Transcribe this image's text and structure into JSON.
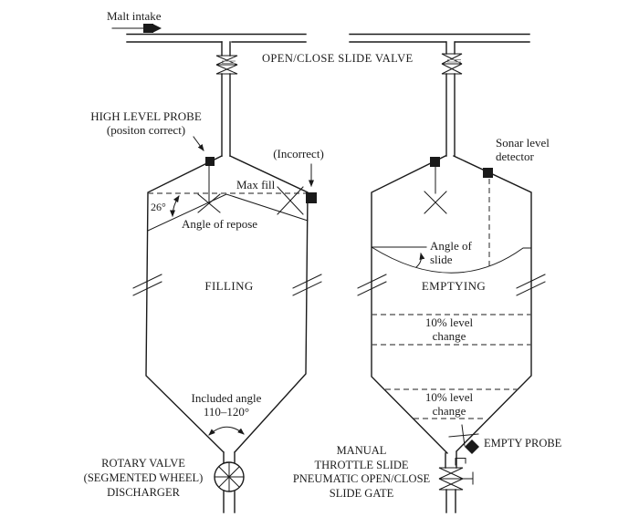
{
  "colors": {
    "line": "#1a1a1a",
    "dashed": "#4a4a4a",
    "text": "#1c1c1c",
    "background": "#ffffff"
  },
  "top": {
    "malt_intake": "Malt intake",
    "slide_valve": "OPEN/CLOSE SLIDE VALVE"
  },
  "filling_silo": {
    "high_level_probe": "HIGH LEVEL PROBE",
    "position_correct": "(positon correct)",
    "incorrect": "(Incorrect)",
    "max_fill": "Max fill",
    "repose_angle_value": "26°",
    "angle_of_repose": "Angle of repose",
    "state": "FILLING",
    "included_angle_line1": "Included angle",
    "included_angle_line2": "110–120°",
    "discharger_line1": "ROTARY VALVE",
    "discharger_line2": "(SEGMENTED WHEEL)",
    "discharger_line3": "DISCHARGER"
  },
  "emptying_silo": {
    "sonar_line1": "Sonar level",
    "sonar_line2": "detector",
    "angle_of_slide_line1": "Angle of",
    "angle_of_slide_line2": "slide",
    "state": "EMPTYING",
    "level_change_upper_line1": "10% level",
    "level_change_upper_line2": "change",
    "level_change_lower_line1": "10% level",
    "level_change_lower_line2": "change",
    "empty_probe": "EMPTY PROBE",
    "gate_line1": "MANUAL",
    "gate_line2": "THROTTLE SLIDE",
    "gate_line3": "PNEUMATIC OPEN/CLOSE",
    "gate_line4": "SLIDE GATE"
  }
}
